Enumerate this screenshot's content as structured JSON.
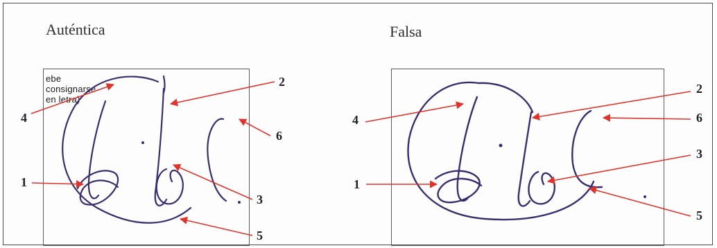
{
  "panels": [
    {
      "title": "Auténtica",
      "form_text": "ebe consignarse en letra)",
      "markers": [
        "4",
        "2",
        "6",
        "1",
        "3",
        "5"
      ]
    },
    {
      "title": "Falsa",
      "markers": [
        "4",
        "2",
        "6",
        "3",
        "1",
        "5"
      ]
    }
  ],
  "colors": {
    "ink": "#3a2d6e",
    "arrow": "#e0332b",
    "border": "#5a5a5a"
  }
}
